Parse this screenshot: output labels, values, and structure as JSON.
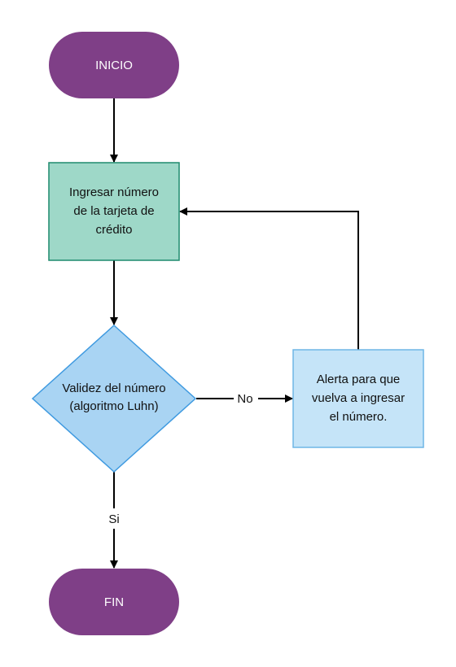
{
  "diagram": {
    "start": {
      "label": "INICIO"
    },
    "input": {
      "lines": [
        "Ingresar número",
        "de la tarjeta de",
        "crédito"
      ]
    },
    "decision": {
      "lines": [
        "Validez del número",
        "(algoritmo Luhn)"
      ]
    },
    "alert": {
      "lines": [
        "Alerta para que",
        "vuelva a ingresar",
        "el número."
      ]
    },
    "end": {
      "label": "FIN"
    },
    "edges": {
      "no_label": "No",
      "yes_label": "Si"
    }
  },
  "colors": {
    "terminal_fill": "#7f3f87",
    "terminal_text": "#ffffff",
    "process_fill": "#9ed8c8",
    "process_stroke": "#1f8a6e",
    "decision_fill": "#a9d4f3",
    "decision_stroke": "#3f9ae0",
    "alert_fill": "#c5e4f8",
    "alert_stroke": "#6fb6e6",
    "line": "#000000"
  }
}
